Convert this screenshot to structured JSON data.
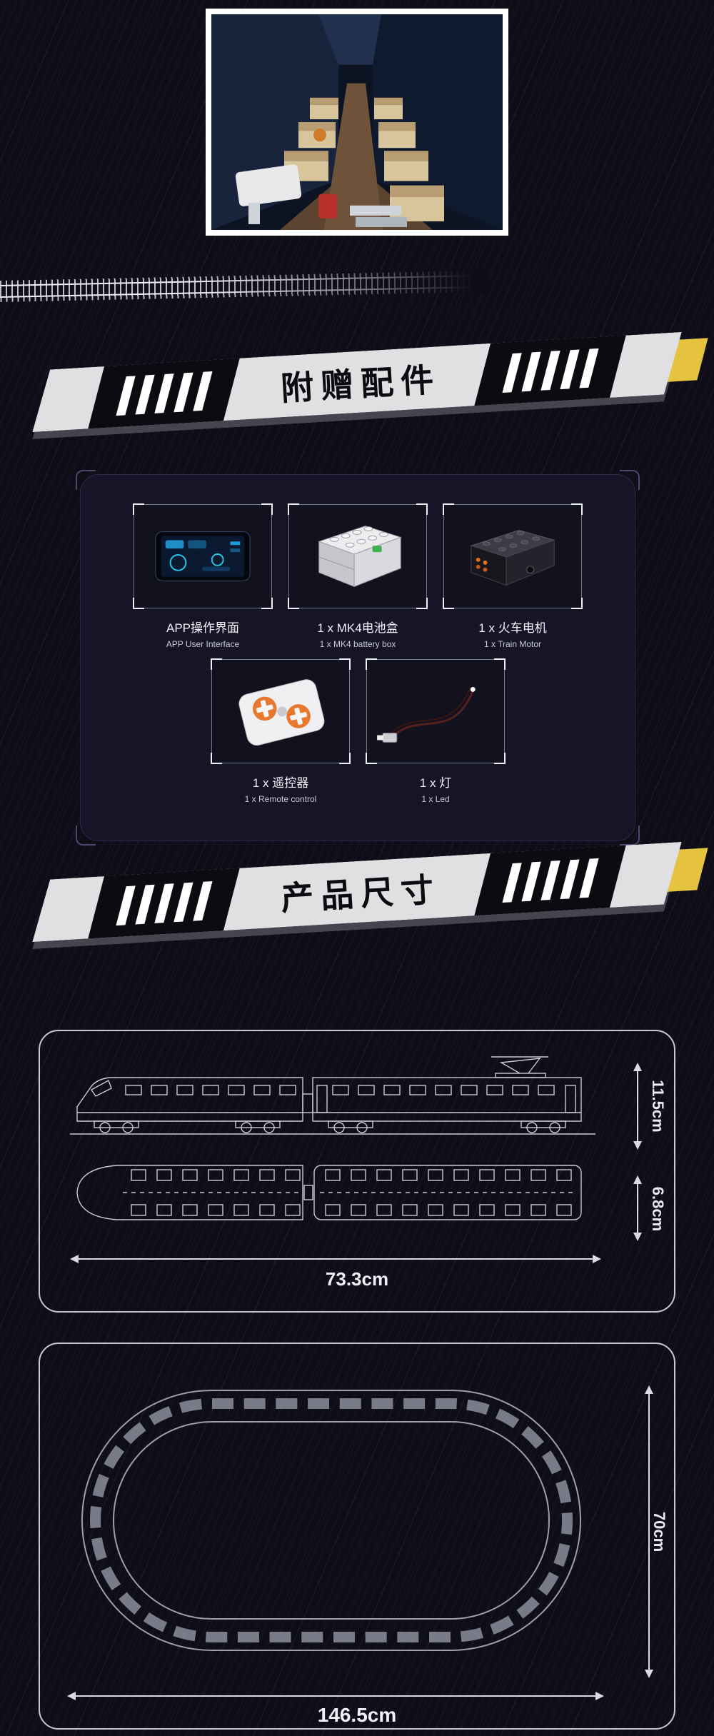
{
  "colors": {
    "background": "#0e0d18",
    "panel": "#161528",
    "banner_gray": "#e0e0e3",
    "banner_black": "#0b0b12",
    "accent_yellow": "#e6c33f",
    "line_art": "#c9ccd4"
  },
  "sections": {
    "accessories_title": "附赠配件",
    "dimensions_title": "产品尺寸"
  },
  "accessories": {
    "items": [
      {
        "icon": "app-interface-image",
        "label_cn": "APP操作界面",
        "label_en": "APP  User Interface"
      },
      {
        "icon": "battery-box-image",
        "label_cn": "1 x MK4电池盒",
        "label_en": "1 x MK4 battery box"
      },
      {
        "icon": "train-motor-image",
        "label_cn": "1 x 火车电机",
        "label_en": "1 x Train Motor"
      },
      {
        "icon": "remote-control-image",
        "label_cn": "1 x 遥控器",
        "label_en": "1 x Remote control"
      },
      {
        "icon": "led-light-image",
        "label_cn": "1 x 灯",
        "label_en": "1 x Led"
      }
    ]
  },
  "dimensions": {
    "train_height_with_pantograph": "11.5cm",
    "train_height": "6.8cm",
    "train_length": "73.3cm",
    "track_width_dim": "70cm",
    "track_length_dim": "146.5cm"
  }
}
